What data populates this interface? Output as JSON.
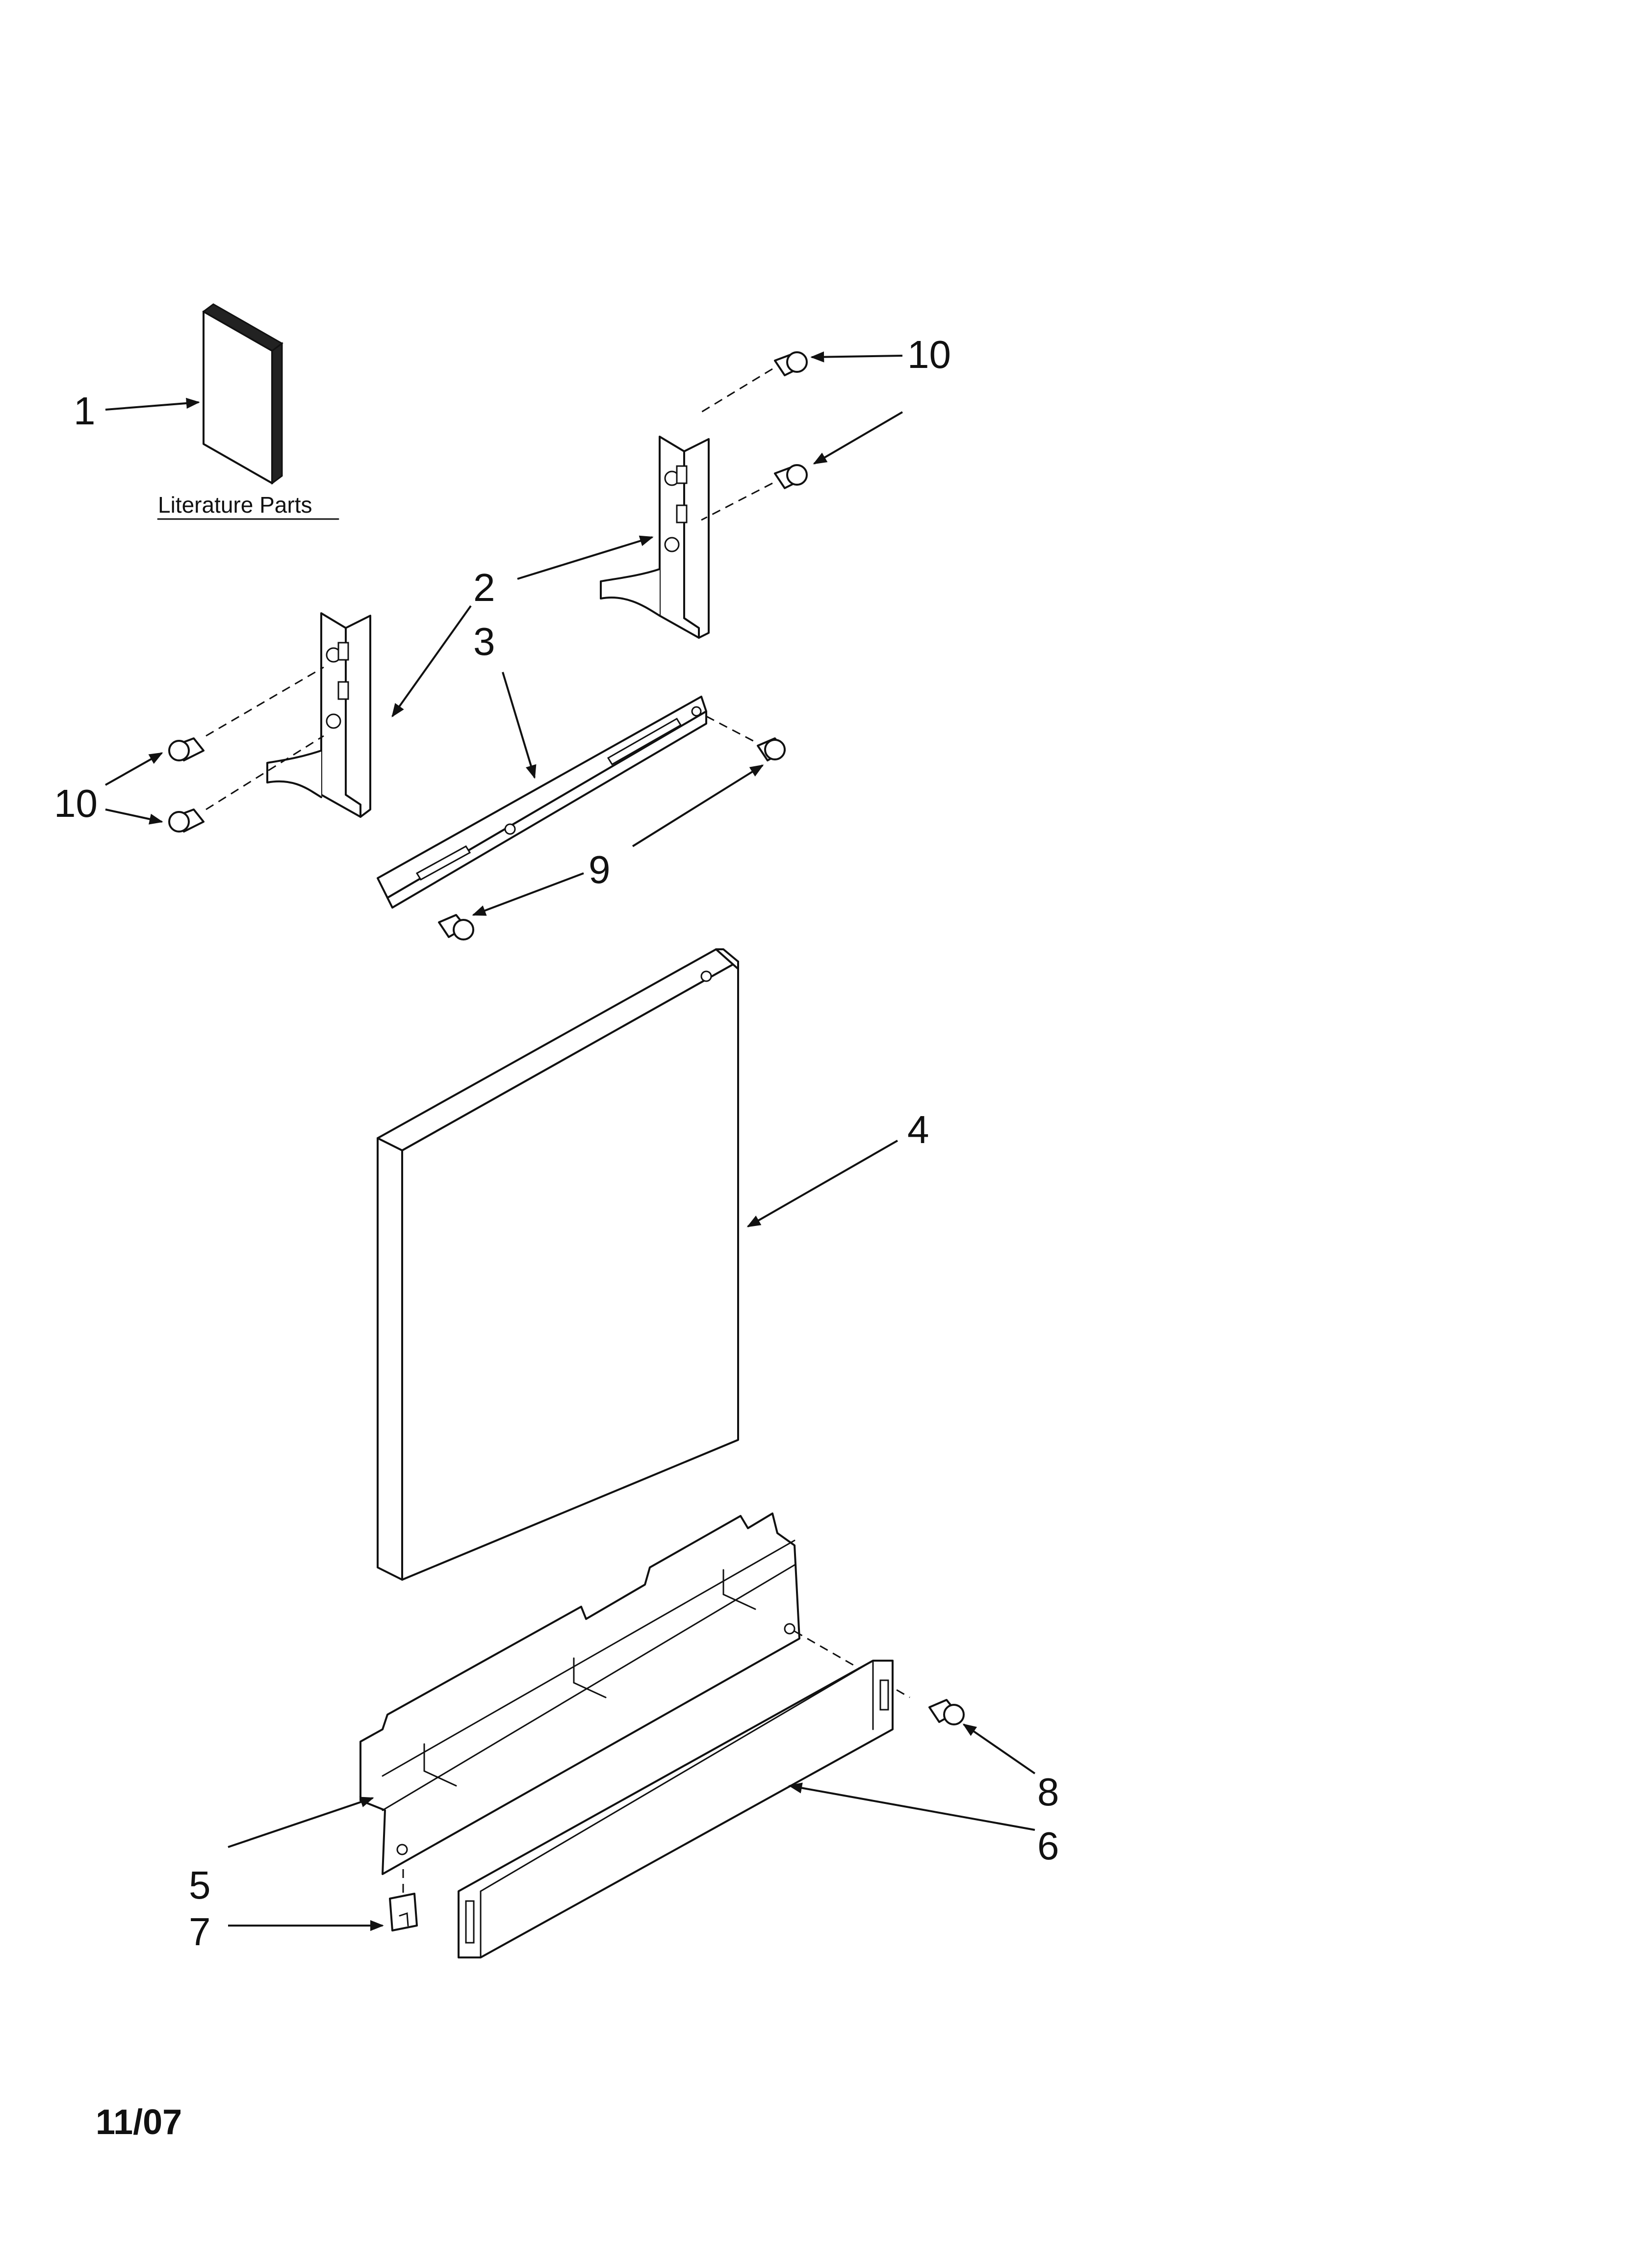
{
  "callouts": {
    "c1": "1",
    "c2": "2",
    "c3": "3",
    "c4": "4",
    "c5": "5",
    "c6": "6",
    "c7": "7",
    "c8": "8",
    "c9": "9",
    "c10a": "10",
    "c10b": "10"
  },
  "literature_label": "Literature Parts",
  "date_code": "11/07"
}
